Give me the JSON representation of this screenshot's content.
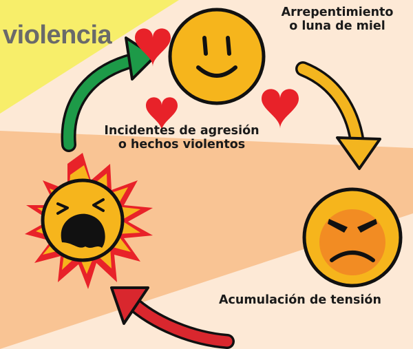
{
  "header": {
    "title": "violencia"
  },
  "cycle": {
    "stages": [
      {
        "line1": "Arrepentimiento",
        "line2": "o luna de miel"
      },
      {
        "line1": "Incidentes de agresión",
        "line2": "o hechos violentos"
      },
      {
        "line1": "Acumulación de tensión",
        "line2": ""
      }
    ]
  },
  "colors": {
    "background": "#fde9d6",
    "band": "#f9c494",
    "corner_highlight": "#f7ee6a",
    "face": "#f6b51c",
    "heart": "#e82229",
    "arrow_green": "#1d9a48",
    "arrow_yellow": "#f3b51f",
    "arrow_red": "#d9272e"
  },
  "icons": [
    "heart-icon",
    "happy-face-icon",
    "angry-face-icon",
    "crying-face-icon",
    "cycle-arrow-icon"
  ]
}
